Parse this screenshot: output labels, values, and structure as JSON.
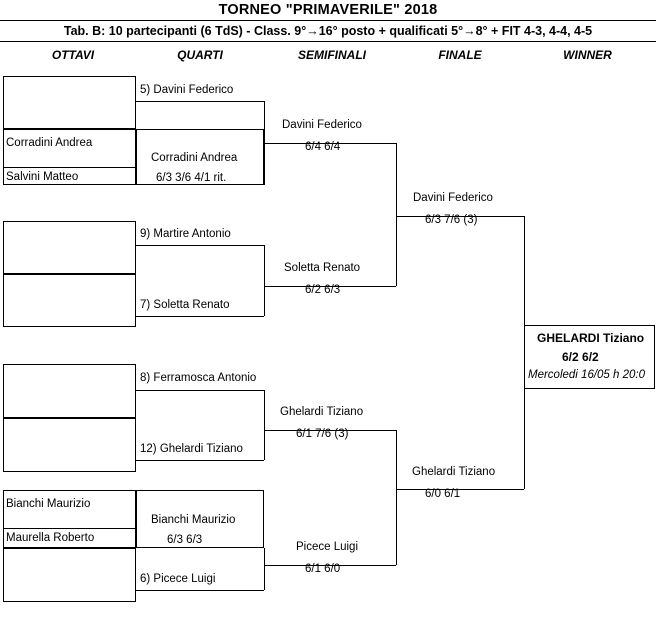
{
  "header": {
    "title": "TORNEO  \"PRIMAVERILE\"  2018",
    "subtitle": "Tab. B: 10 partecipanti (6 TdS) - Class. 9°→16° posto + qualificati 5°→8° + FIT 4-3, 4-4, 4-5"
  },
  "rounds": [
    {
      "label": "OTTAVI"
    },
    {
      "label": "QUARTI"
    },
    {
      "label": "SEMIFINALI"
    },
    {
      "label": "FINALE"
    },
    {
      "label": "WINNER"
    }
  ],
  "ottavi": [
    {
      "name": "5) Davini Federico"
    },
    {
      "name": "Corradini Andrea"
    },
    {
      "name": "Salvini Matteo"
    },
    {
      "name": "9) Martire Antonio"
    },
    {
      "name": "7) Soletta Renato"
    },
    {
      "name": "8) Ferramosca Antonio"
    },
    {
      "name": "12) Ghelardi Tiziano"
    },
    {
      "name": "Bianchi Maurizio"
    },
    {
      "name": "Maurella Roberto"
    },
    {
      "name": "6) Picece Luigi"
    }
  ],
  "quarti": [
    {
      "name": "Corradini Andrea",
      "score": "6/3   3/6   4/1 rit."
    },
    {
      "name": "Bianchi Maurizio",
      "score": "6/3   6/3"
    }
  ],
  "semifinali": [
    {
      "name": "Davini Federico",
      "score": "6/4   6/4"
    },
    {
      "name": "Soletta Renato",
      "score": "6/2   6/3"
    },
    {
      "name": "Ghelardi Tiziano",
      "score": "6/1   7/6 (3)"
    },
    {
      "name": "Picece Luigi",
      "score": "6/1   6/0"
    }
  ],
  "finale": [
    {
      "name": "Davini Federico",
      "score": "6/3   7/6 (3)"
    },
    {
      "name": "Ghelardi Tiziano",
      "score": "6/0   6/1"
    }
  ],
  "winner": {
    "name": "GHELARDI  Tiziano",
    "score": "6/2   6/2",
    "date": "Mercoledi 16/05 h 20:0"
  }
}
